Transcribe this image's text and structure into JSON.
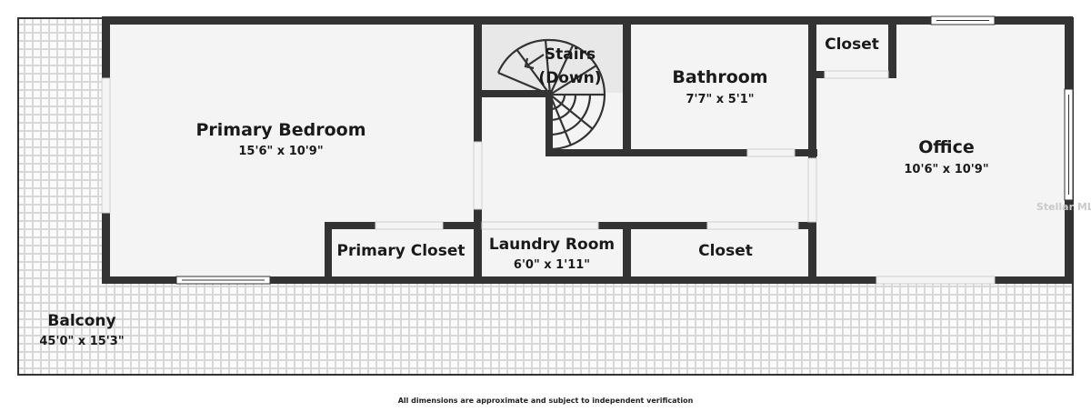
{
  "rooms": {
    "primary_bedroom": {
      "name": "Primary Bedroom",
      "dims": "15'6\" x 10'9\""
    },
    "stairs": {
      "line1": "Stairs",
      "line2": "(Down)"
    },
    "bathroom": {
      "name": "Bathroom",
      "dims": "7'7\" x 5'1\""
    },
    "closet_top": {
      "name": "Closet"
    },
    "office": {
      "name": "Office",
      "dims": "10'6\" x 10'9\""
    },
    "primary_closet": {
      "name": "Primary Closet"
    },
    "laundry": {
      "name": "Laundry Room",
      "dims": "6'0\" x 1'11\""
    },
    "closet_bottom": {
      "name": "Closet"
    },
    "balcony": {
      "name": "Balcony",
      "dims": "45'0\" x 15'3\""
    }
  },
  "watermark": "Stellar MLS",
  "disclaimer": "All dimensions are approximate and subject to independent verification",
  "colors": {
    "wall": "#333333",
    "floor": "#f4f4f4",
    "balcony_grid": "#d8d8d8"
  }
}
